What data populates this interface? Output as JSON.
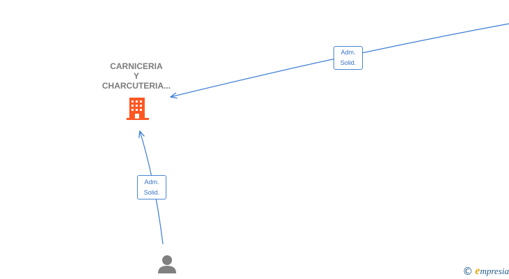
{
  "nodes": {
    "company": {
      "label_lines": [
        "CARNICERIA",
        "Y",
        "CHARCUTERIA..."
      ],
      "icon": "building-icon",
      "color": "#ff5722"
    },
    "person": {
      "icon": "person-icon",
      "color": "#808080"
    }
  },
  "edges": [
    {
      "label_lines": [
        "Adm.",
        "Solid."
      ],
      "from": "offscreen-right",
      "to": "company"
    },
    {
      "label_lines": [
        "Adm.",
        "Solid."
      ],
      "from": "person",
      "to": "company"
    }
  ],
  "colors": {
    "edge": "#3a7bd5",
    "label_text": "#7b7b7b"
  },
  "watermark": {
    "copyright_symbol": "©",
    "brand_initial": "e",
    "brand_rest": "mpresia"
  }
}
